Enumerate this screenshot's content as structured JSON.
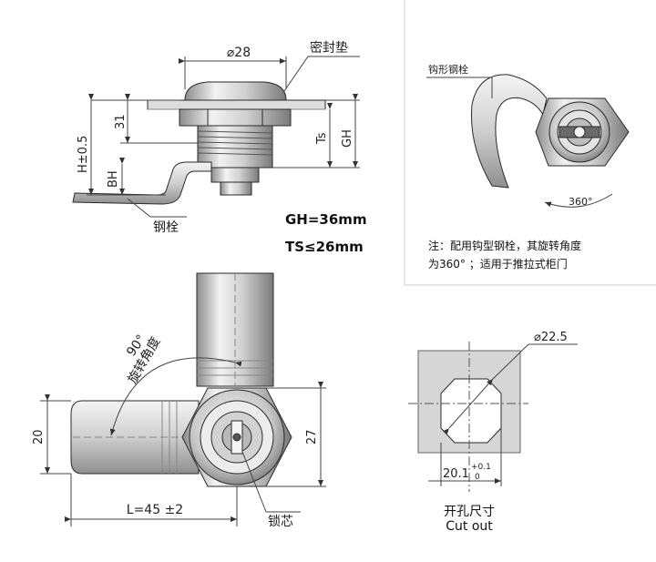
{
  "side_view": {
    "diameter": "⌀28",
    "gasket": "密封垫",
    "dim_31": "31",
    "dim_h": "H±0.5",
    "dim_bh": "BH",
    "dim_ts": "Ts",
    "dim_gh": "GH",
    "steel_bolt": "钢栓"
  },
  "specs": {
    "gh": "GH=36mm",
    "ts": "TS≤26mm"
  },
  "hook_view": {
    "hook_label": "钩形钢栓",
    "angle": "360°",
    "note_line1": "注：配用钩型钢栓，其旋转角度",
    "note_line2": "为360° ；适用于推拉式柜门"
  },
  "front_view": {
    "angle": "90°",
    "rotation": "旋转角度",
    "dim_20": "20",
    "dim_27": "27",
    "length": "L=45 ±2",
    "core": "锁芯"
  },
  "cutout": {
    "diameter": "⌀22.5",
    "width": "20.1",
    "tol_upper": "+0.1",
    "tol_lower": "0",
    "caption_cn": "开孔尺寸",
    "caption_en": "Cut out"
  },
  "colors": {
    "line": "#2a2a2a",
    "dim": "#444444",
    "metal_light": "#e6e6e6",
    "metal_dark": "#9a9a9a",
    "frame": "#cccccc"
  }
}
